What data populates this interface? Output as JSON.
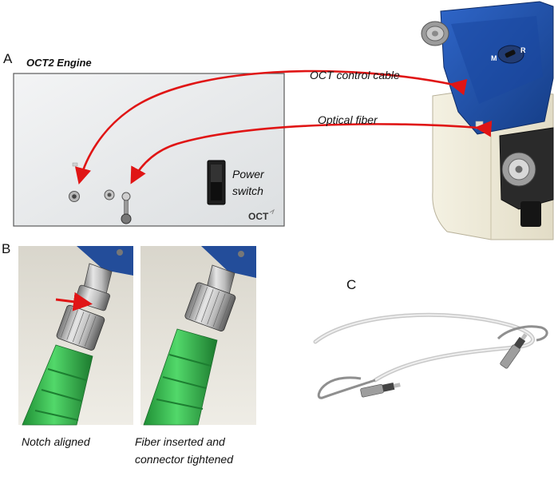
{
  "panels": {
    "a": {
      "letter": "A"
    },
    "b": {
      "letter": "B"
    },
    "c": {
      "letter": "C"
    }
  },
  "engine": {
    "title": "OCT2 Engine",
    "power_switch_line1": "Power",
    "power_switch_line2": "switch",
    "logo_text": "OCT"
  },
  "callouts": {
    "control_cable": "OCT control cable",
    "optical_fiber": "Optical fiber"
  },
  "probe_head": {
    "dial_m": "M",
    "dial_r": "R"
  },
  "captions": {
    "notch": "Notch aligned",
    "fiber_line1": "Fiber inserted and",
    "fiber_line2": "connector tightened"
  },
  "colors": {
    "arrow": "#e01515",
    "probe_blue": "#1d4fa8",
    "connector_green": "#2fb84a",
    "panel_gray": "#e9ebec"
  }
}
